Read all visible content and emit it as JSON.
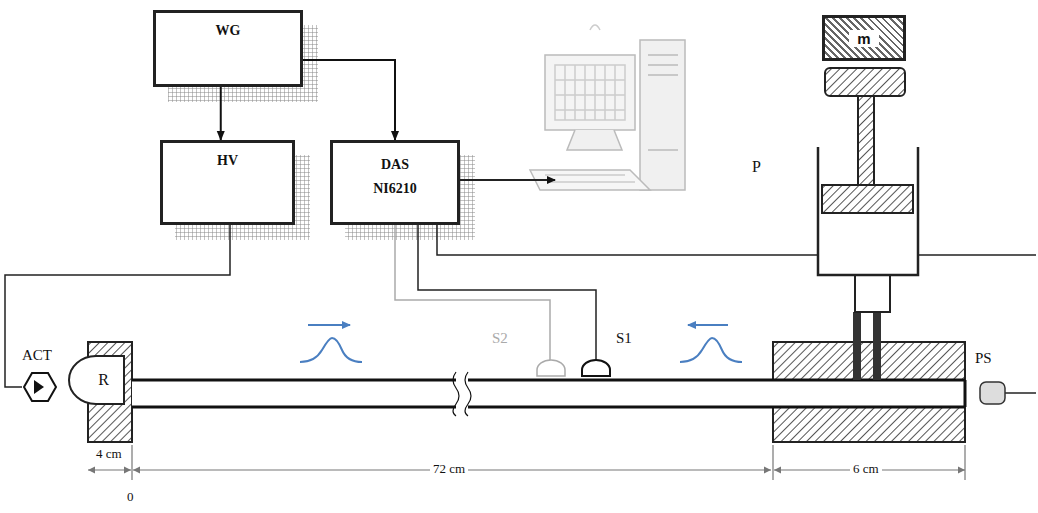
{
  "diagram": {
    "nodes": [
      {
        "text": [
          "WG"
        ]
      },
      {
        "text": [
          "HV"
        ]
      },
      {
        "text": [
          "DAS NI6210"
        ]
      },
      {
        "text": [
          "m"
        ]
      },
      {
        "text": [
          "R"
        ]
      }
    ],
    "edges": [
      {
        "from": 0,
        "to": 1,
        "arrow": "to"
      },
      {
        "from": 0,
        "to": 2,
        "arrow": "to"
      }
    ],
    "labels": [
      "ACT",
      "S2",
      "S1",
      "P",
      "PS",
      "4 cm",
      "0",
      "72 cm",
      "6 cm"
    ]
  }
}
